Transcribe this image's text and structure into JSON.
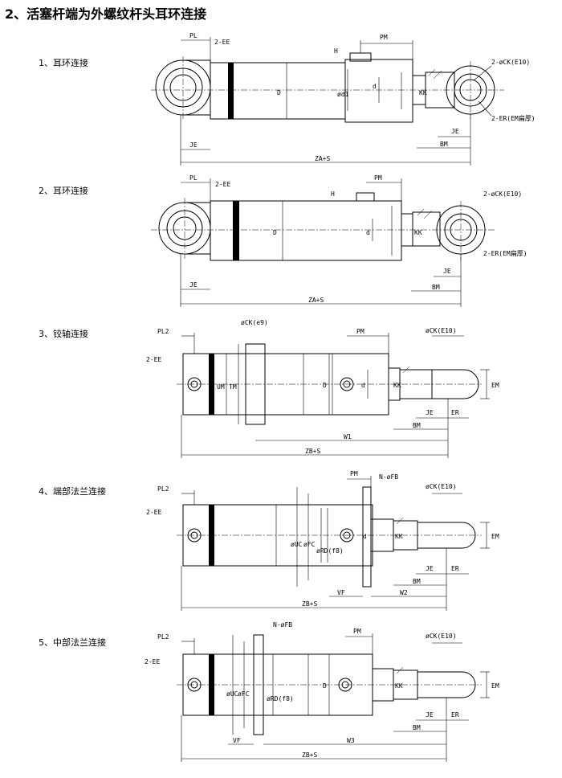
{
  "page_title": "2、活塞杆端为外螺纹杆头耳环连接",
  "sections": [
    {
      "label": "1、耳环连接",
      "dims": {
        "PL": "PL",
        "EE": "2-EE",
        "PM": "PM",
        "H": "H",
        "D": "D",
        "d1": "ød1",
        "d": "d",
        "KK": "KK",
        "CK": "2-øCK(E10)",
        "ER": "2-ER(EM扁厚)",
        "JE_right": "JE",
        "BM": "BM",
        "JE_left": "JE",
        "ZA": "ZA+S"
      }
    },
    {
      "label": "2、耳环连接",
      "dims": {
        "PL": "PL",
        "EE": "2-EE",
        "PM": "PM",
        "H": "H",
        "D": "D",
        "d": "d",
        "KK": "KK",
        "CK": "2-øCK(E10)",
        "ER": "2-ER(EM扁厚)",
        "JE_right": "JE",
        "BM": "BM",
        "JE_left": "JE",
        "ZA": "ZA+S"
      }
    },
    {
      "label": "3、铰轴连接",
      "dims": {
        "CKe9": "øCK(e9)",
        "PL2": "PL2",
        "EE": "2-EE",
        "UM": "UM",
        "TM": "TM",
        "D": "D",
        "PM": "PM",
        "d": "d",
        "KK": "KK",
        "CK": "øCK(E10)",
        "EM": "EM",
        "JE": "JE",
        "ER": "ER",
        "BM": "BM",
        "W1": "W1",
        "ZB": "ZB+S"
      }
    },
    {
      "label": "4、端部法兰连接",
      "dims": {
        "PL2": "PL2",
        "EE": "2-EE",
        "PM": "PM",
        "FB": "N-øFB",
        "CK": "øCK(E10)",
        "UC": "øUC",
        "FC": "øFC",
        "RD": "øRD(f8)",
        "d": "d",
        "KK": "KK",
        "EM": "EM",
        "JE": "JE",
        "ER": "ER",
        "BM": "BM",
        "VF": "VF",
        "W2": "W2",
        "ZB": "ZB+S"
      }
    },
    {
      "label": "5、中部法兰连接",
      "dims": {
        "FB": "N-øFB",
        "PL2": "PL2",
        "PM": "PM",
        "CK": "øCK(E10)",
        "EE": "2-EE",
        "UC": "øUC",
        "FC": "øFC",
        "RD": "øRD(f8)",
        "D": "D",
        "KK": "KK",
        "EM": "EM",
        "JE": "JE",
        "ER": "ER",
        "BM": "BM",
        "VF": "VF",
        "W3": "W3",
        "ZB": "ZB+S"
      }
    }
  ]
}
